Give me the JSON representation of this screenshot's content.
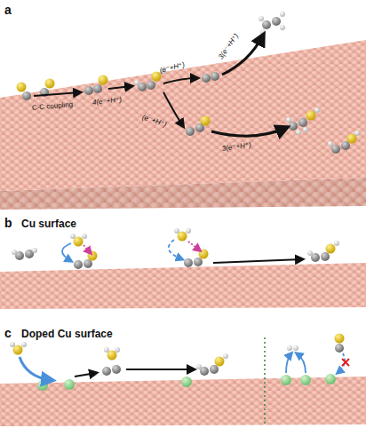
{
  "diagram": {
    "labels": [
      "a",
      "C-C coupling",
      "4(e⁻+H⁺)",
      "(e⁻+H⁺)",
      "(e⁻+H⁺)",
      "3(e⁻+H⁺)",
      "3(e⁻+H⁺)",
      "b",
      "Cu surface",
      "c",
      "Doped Cu surface"
    ]
  }
}
